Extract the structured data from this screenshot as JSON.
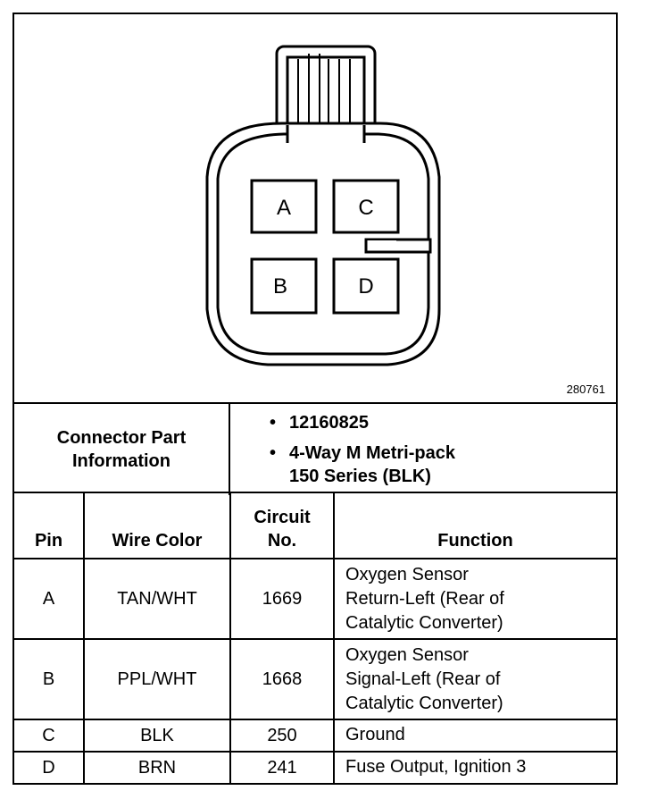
{
  "figure_id": "280761",
  "connector": {
    "pin_labels": [
      "A",
      "C",
      "B",
      "D"
    ]
  },
  "part_info": {
    "label_line1": "Connector Part",
    "label_line2": "Information",
    "items": [
      "12160825",
      "4-Way M Metri-pack",
      "150 Series (BLK)"
    ],
    "bullet": "•"
  },
  "pin_table": {
    "headers": {
      "pin": "Pin",
      "wire_color": "Wire Color",
      "circuit_line1": "Circuit",
      "circuit_line2": "No.",
      "function": "Function"
    },
    "rows": [
      {
        "pin": "A",
        "wire_color": "TAN/WHT",
        "circuit": "1669",
        "function_lines": [
          "Oxygen Sensor",
          "Return-Left (Rear of",
          "Catalytic Converter)"
        ]
      },
      {
        "pin": "B",
        "wire_color": "PPL/WHT",
        "circuit": "1668",
        "function_lines": [
          "Oxygen Sensor",
          "Signal-Left (Rear of",
          "Catalytic Converter)"
        ]
      },
      {
        "pin": "C",
        "wire_color": "BLK",
        "circuit": "250",
        "function_lines": [
          "Ground"
        ]
      },
      {
        "pin": "D",
        "wire_color": "BRN",
        "circuit": "241",
        "function_lines": [
          "Fuse Output, Ignition 3"
        ]
      }
    ]
  }
}
